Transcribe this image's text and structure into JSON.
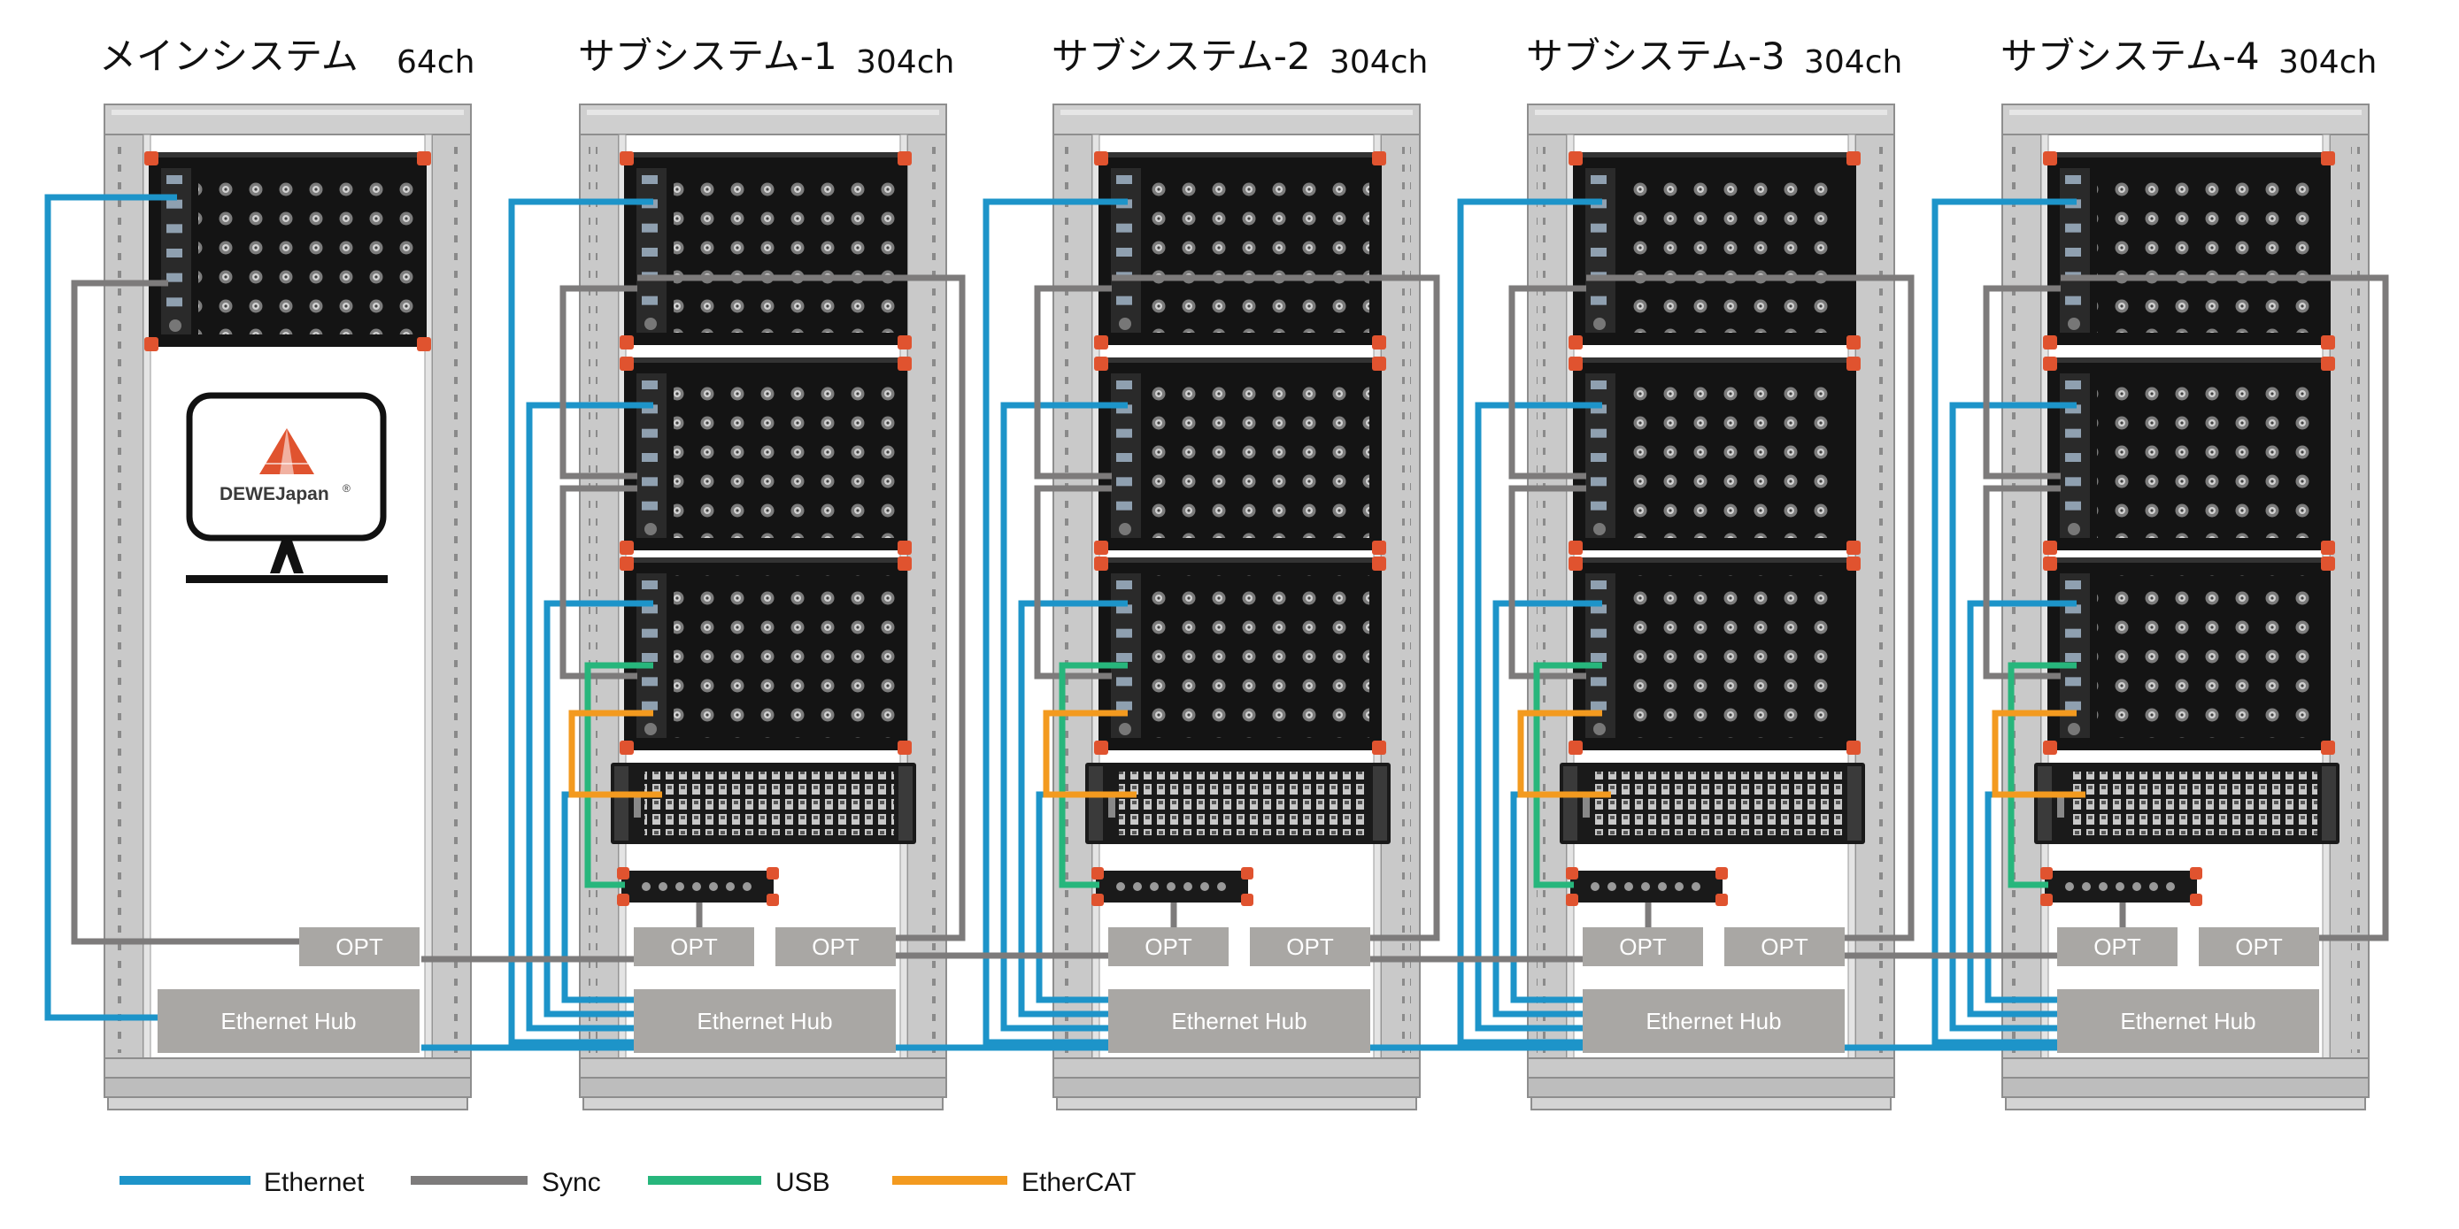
{
  "colors": {
    "ethernet": "#1d94c9",
    "sync": "#7d7b7b",
    "usb": "#27b67c",
    "ethercat": "#f39a1f",
    "box": "#a9a7a4",
    "rack": "#cdcdcd",
    "module": "#141414",
    "corner": "#e0532f",
    "brand": "#e0532f"
  },
  "racks": [
    {
      "title": "メインシステム",
      "channels": "64ch",
      "kind": "main"
    },
    {
      "title": "サブシステム-1",
      "channels": "304ch",
      "kind": "sub"
    },
    {
      "title": "サブシステム-2",
      "channels": "304ch",
      "kind": "sub"
    },
    {
      "title": "サブシステム-3",
      "channels": "304ch",
      "kind": "sub"
    },
    {
      "title": "サブシステム-4",
      "channels": "304ch",
      "kind": "sub"
    }
  ],
  "labels": {
    "opt": "OPT",
    "hub": "Ethernet Hub"
  },
  "brand": {
    "name": "DEWEJapan",
    "mark": "®",
    "icon": "dewesoft-triangle-logo"
  },
  "legend": [
    {
      "label": "Ethernet",
      "color": "#1d94c9"
    },
    {
      "label": "Sync",
      "color": "#7d7b7b"
    },
    {
      "label": "USB",
      "color": "#27b67c"
    },
    {
      "label": "EtherCAT",
      "color": "#f39a1f"
    }
  ]
}
